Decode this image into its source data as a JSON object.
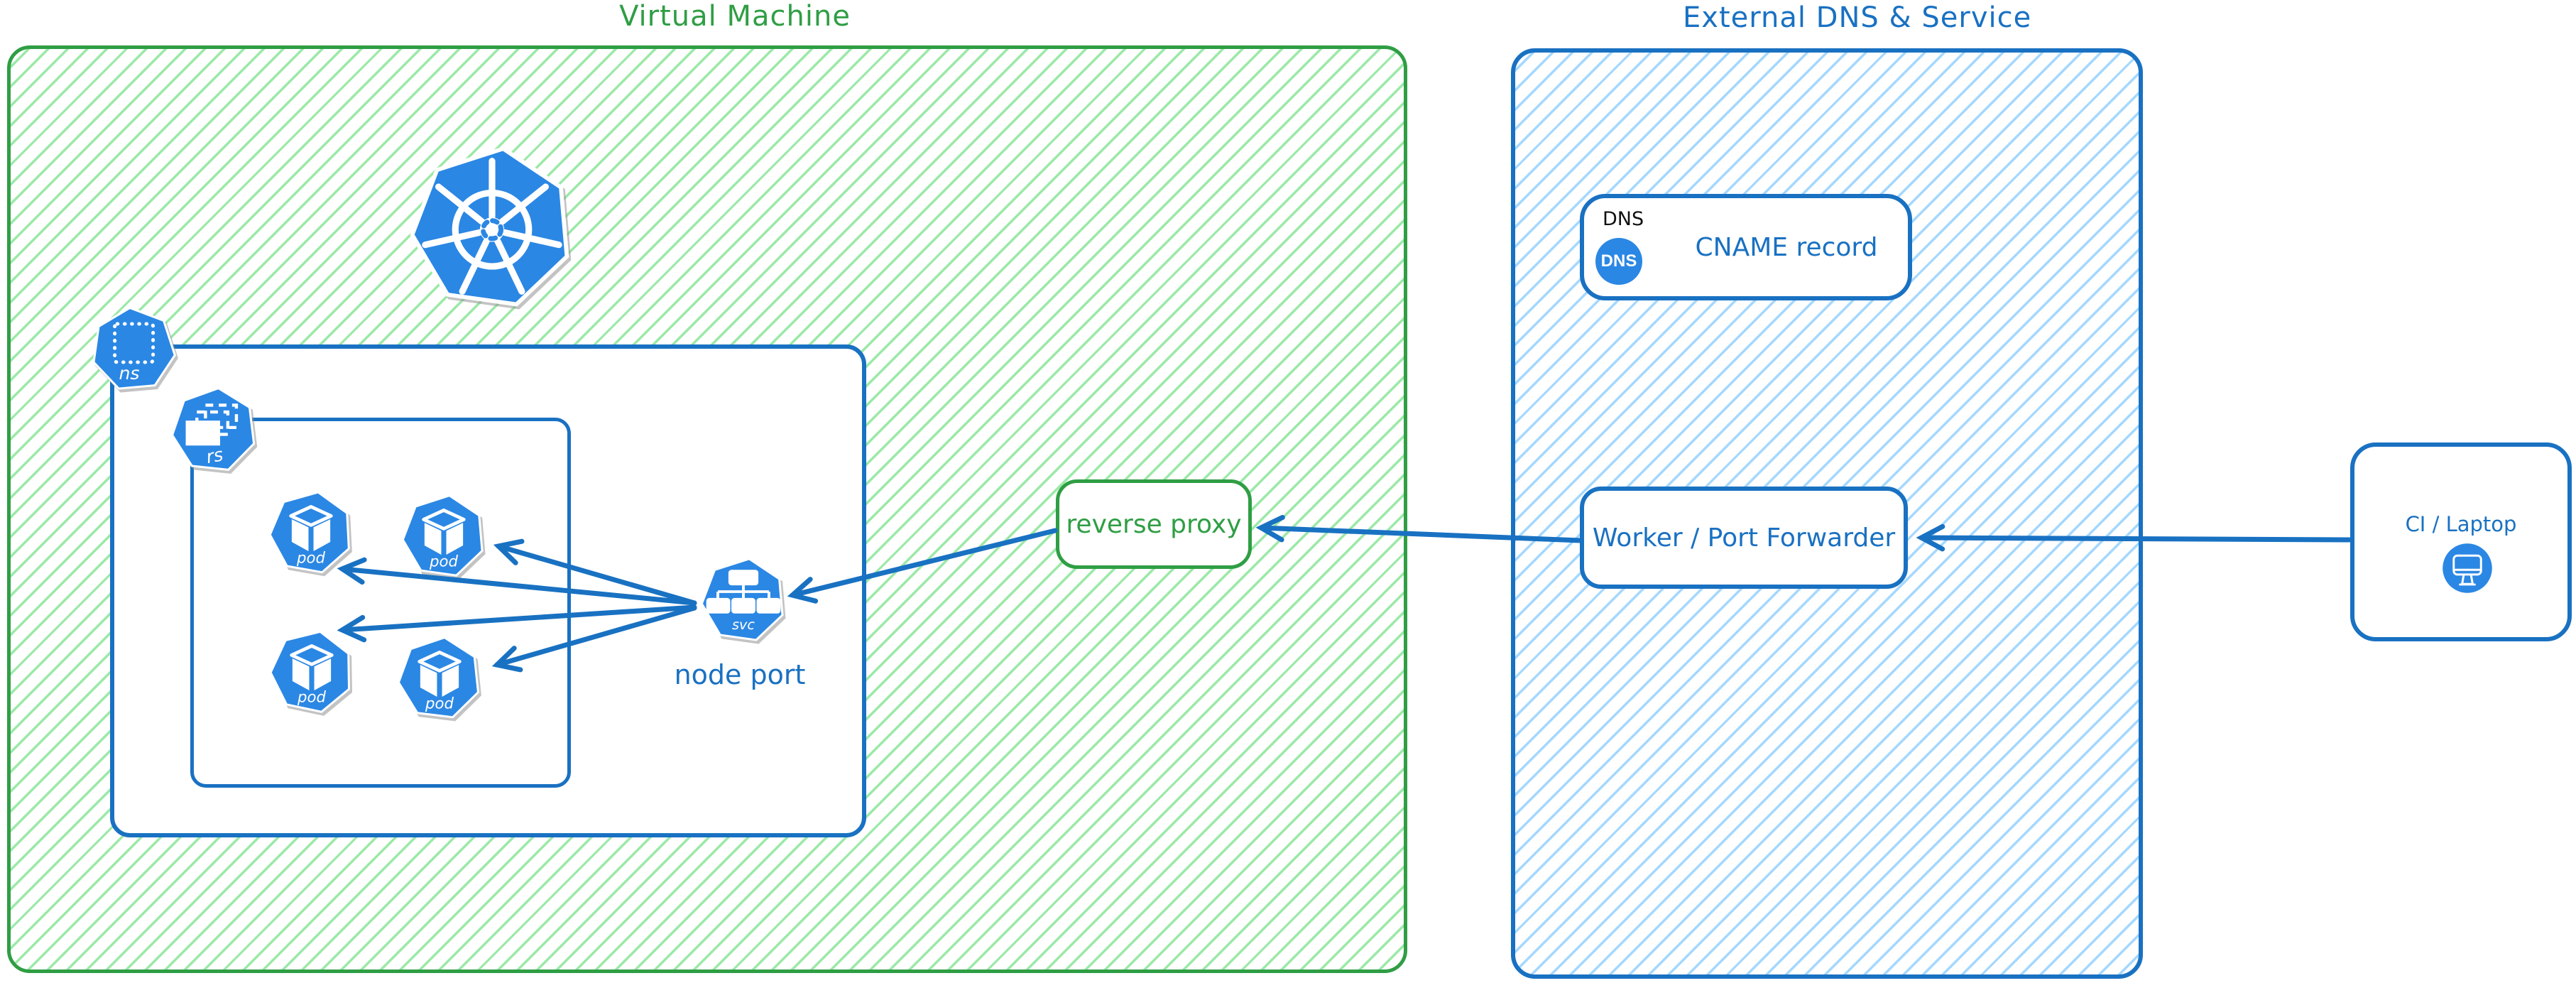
{
  "vm": {
    "title": "Virtual Machine",
    "reverse_proxy_label": "reverse proxy",
    "node_port_label": "node port",
    "icons": {
      "namespace": "ns",
      "replicaset": "rs",
      "service": "svc",
      "pods": [
        "pod",
        "pod",
        "pod",
        "pod"
      ]
    }
  },
  "external": {
    "title": "External DNS & Service",
    "dns_card": {
      "tag": "DNS",
      "badge": "DNS",
      "label": "CNAME record"
    },
    "worker_card": {
      "label": "Worker / Port Forwarder"
    }
  },
  "client": {
    "label": "CI / Laptop"
  },
  "connections": [
    {
      "from": "node-port-service",
      "to": "pod-1"
    },
    {
      "from": "node-port-service",
      "to": "pod-2"
    },
    {
      "from": "node-port-service",
      "to": "pod-3"
    },
    {
      "from": "node-port-service",
      "to": "pod-4"
    },
    {
      "from": "reverse-proxy",
      "to": "node-port-service"
    },
    {
      "from": "worker-port-forwarder",
      "to": "reverse-proxy"
    },
    {
      "from": "ci-laptop",
      "to": "worker-port-forwarder"
    }
  ],
  "colors": {
    "green_stroke": "#2f9e44",
    "green_hatch": "#9ce9a8",
    "blue_stroke": "#1971c2",
    "blue_hatch": "#a5d8ff",
    "icon_blue": "#2b87e4",
    "arrow_blue": "#1971c2",
    "dns_tag_text": "#111111"
  }
}
